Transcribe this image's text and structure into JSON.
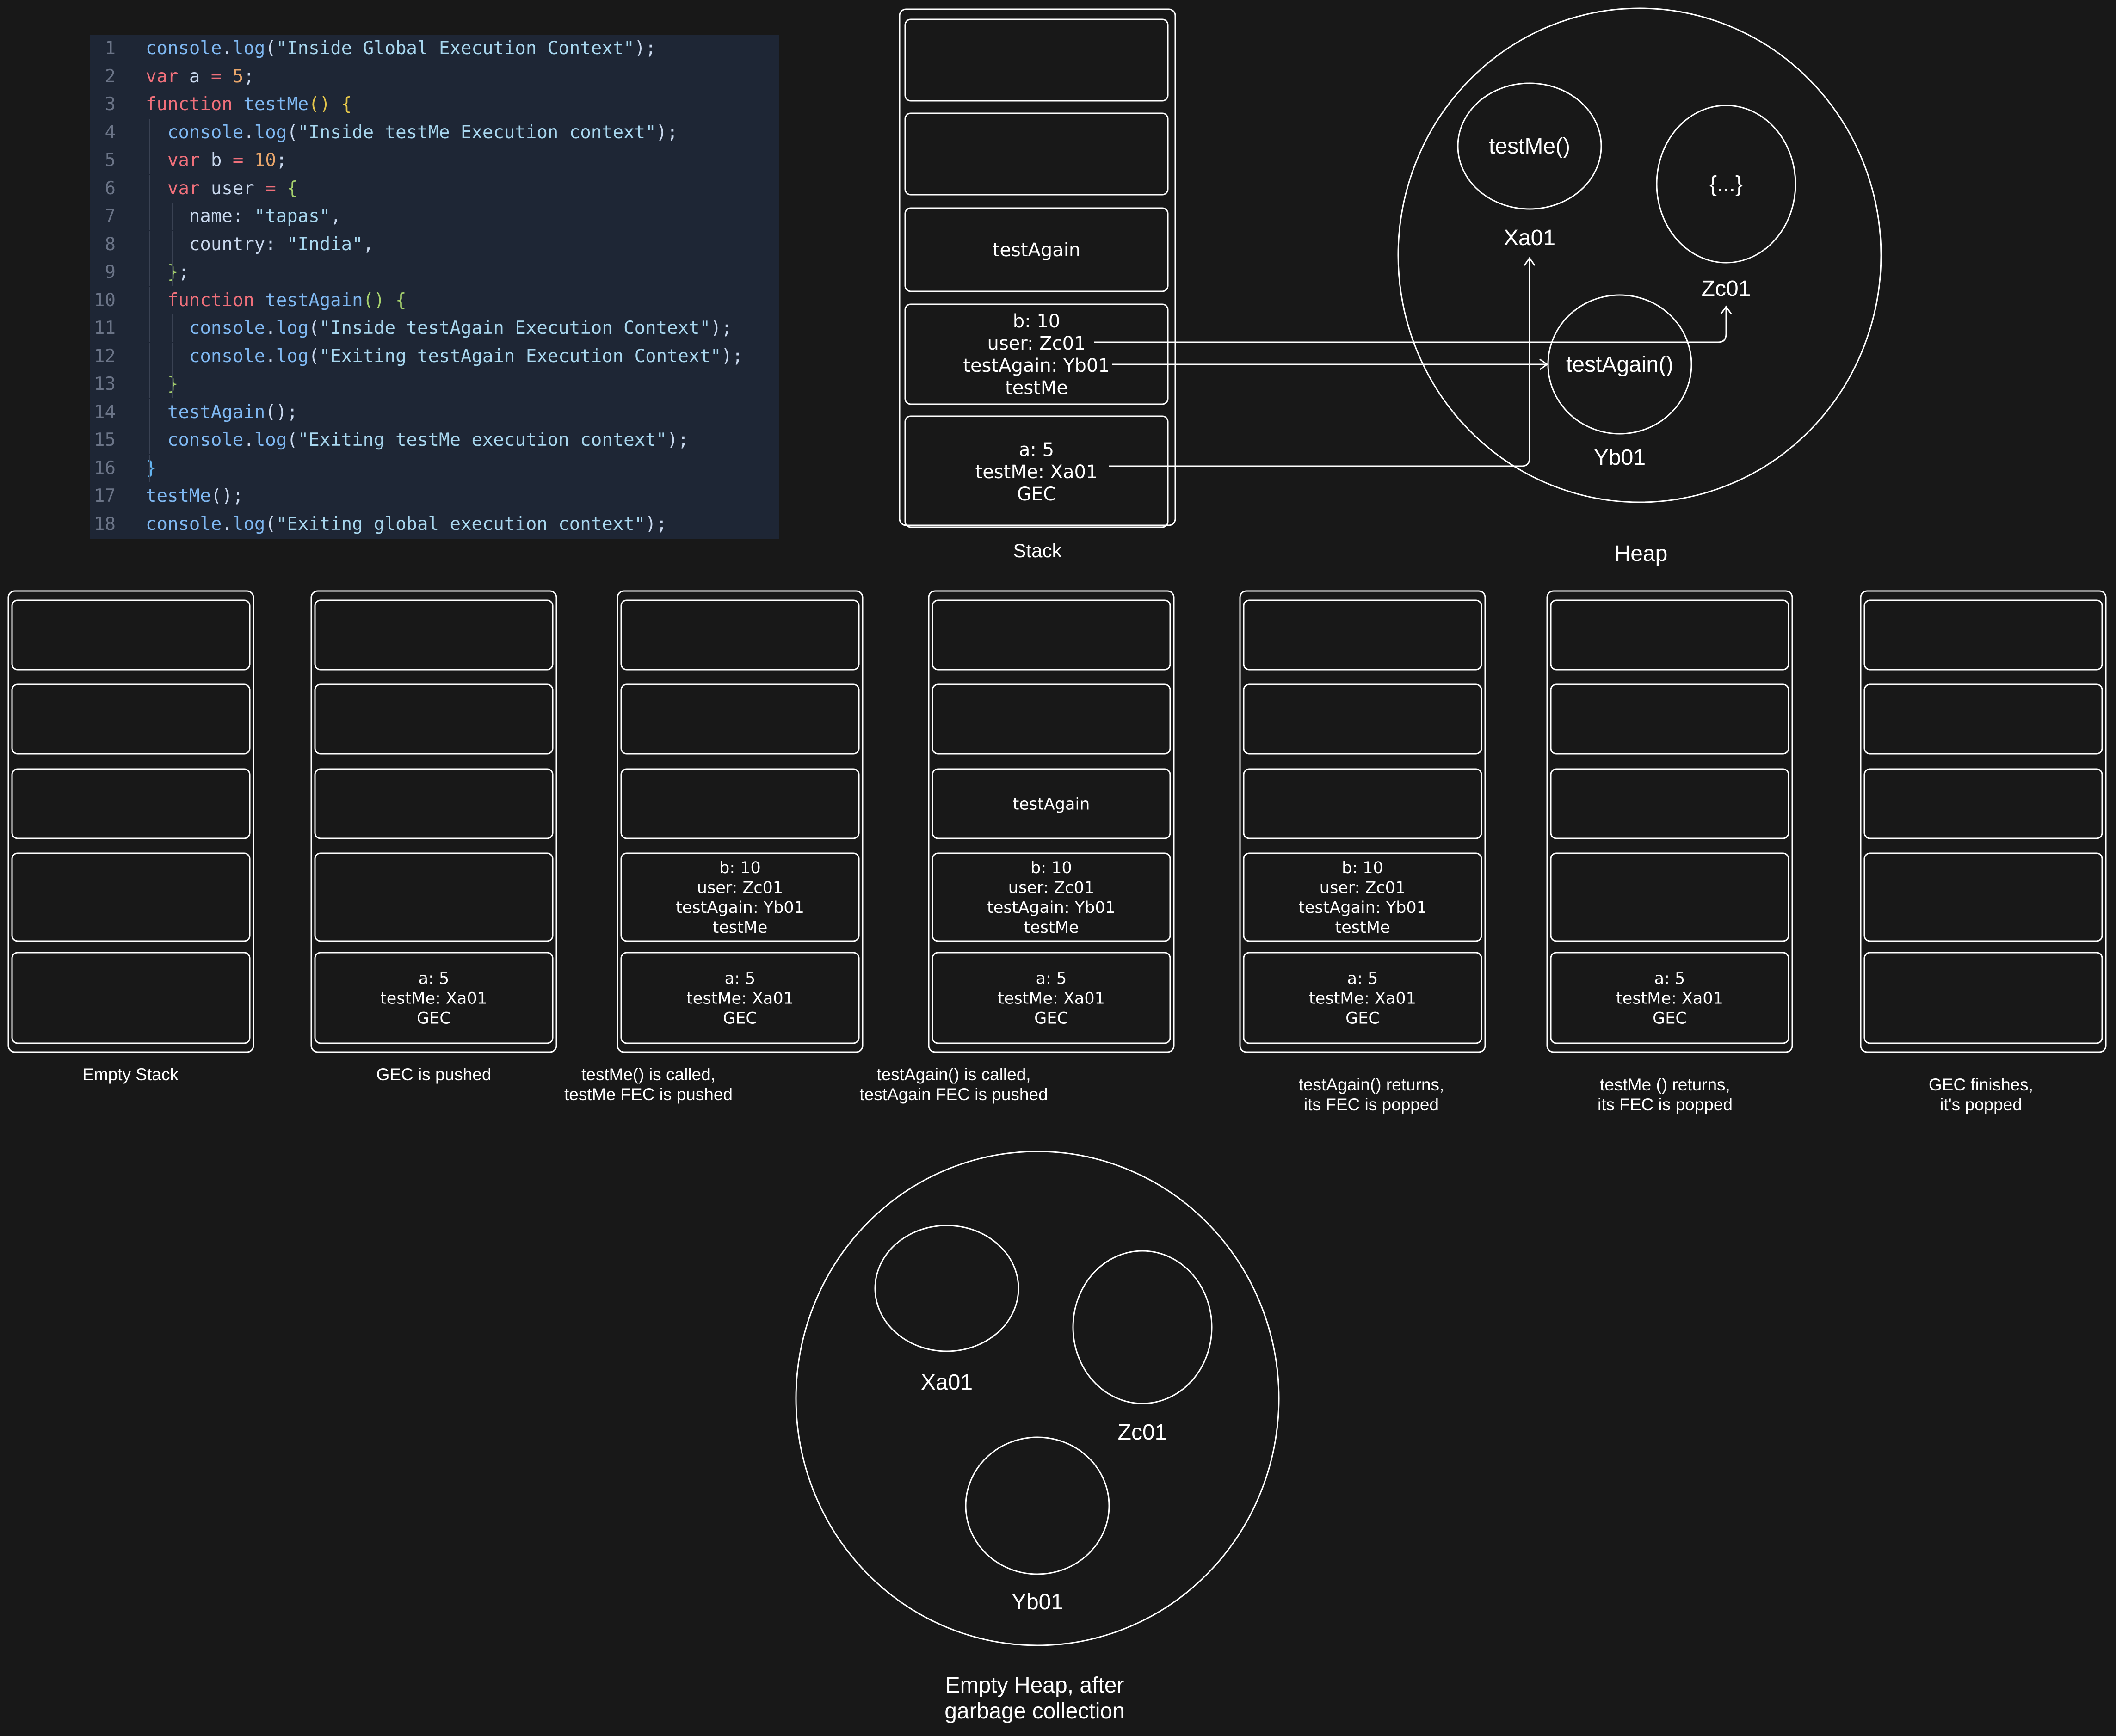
{
  "code": {
    "lines": [
      {
        "n": "1",
        "tokens": [
          [
            "f",
            "console"
          ],
          [
            "ob",
            "."
          ],
          [
            "f",
            "log"
          ],
          [
            "ob",
            "("
          ],
          [
            "s",
            "\"Inside Global Execution Context\""
          ],
          [
            "ob",
            ");"
          ]
        ]
      },
      {
        "n": "2",
        "tokens": [
          [
            "k",
            "var"
          ],
          [
            "ob",
            " a "
          ],
          [
            "k",
            "="
          ],
          [
            "ob",
            " "
          ],
          [
            "n",
            "5"
          ],
          [
            "ob",
            ";"
          ]
        ]
      },
      {
        "n": "3",
        "tokens": [
          [
            "k",
            "function"
          ],
          [
            "ob",
            " "
          ],
          [
            "f",
            "testMe"
          ],
          [
            "b1",
            "()"
          ],
          [
            "ob",
            " "
          ],
          [
            "b1",
            "{"
          ]
        ]
      },
      {
        "n": "4",
        "tokens": [
          [
            "ob",
            "  "
          ],
          [
            "f",
            "console"
          ],
          [
            "ob",
            "."
          ],
          [
            "f",
            "log"
          ],
          [
            "ob",
            "("
          ],
          [
            "s",
            "\"Inside testMe Execution context\""
          ],
          [
            "ob",
            ");"
          ]
        ]
      },
      {
        "n": "5",
        "tokens": [
          [
            "ob",
            "  "
          ],
          [
            "k",
            "var"
          ],
          [
            "ob",
            " b "
          ],
          [
            "k",
            "="
          ],
          [
            "ob",
            " "
          ],
          [
            "n",
            "10"
          ],
          [
            "ob",
            ";"
          ]
        ]
      },
      {
        "n": "6",
        "tokens": [
          [
            "ob",
            "  "
          ],
          [
            "k",
            "var"
          ],
          [
            "ob",
            " user "
          ],
          [
            "k",
            "="
          ],
          [
            "ob",
            " "
          ],
          [
            "b2",
            "{"
          ]
        ]
      },
      {
        "n": "7",
        "tokens": [
          [
            "ob",
            "    name: "
          ],
          [
            "s",
            "\"tapas\""
          ],
          [
            "ob",
            ","
          ]
        ]
      },
      {
        "n": "8",
        "tokens": [
          [
            "ob",
            "    country: "
          ],
          [
            "s",
            "\"India\""
          ],
          [
            "ob",
            ","
          ]
        ]
      },
      {
        "n": "9",
        "tokens": [
          [
            "ob",
            "  "
          ],
          [
            "b2",
            "}"
          ],
          [
            "ob",
            ";"
          ]
        ]
      },
      {
        "n": "10",
        "tokens": [
          [
            "ob",
            "  "
          ],
          [
            "k",
            "function"
          ],
          [
            "ob",
            " "
          ],
          [
            "f",
            "testAgain"
          ],
          [
            "b2",
            "()"
          ],
          [
            "ob",
            " "
          ],
          [
            "b2",
            "{"
          ]
        ]
      },
      {
        "n": "11",
        "tokens": [
          [
            "ob",
            "    "
          ],
          [
            "f",
            "console"
          ],
          [
            "ob",
            "."
          ],
          [
            "f",
            "log"
          ],
          [
            "ob",
            "("
          ],
          [
            "s",
            "\"Inside testAgain Execution Context\""
          ],
          [
            "ob",
            ");"
          ]
        ]
      },
      {
        "n": "12",
        "tokens": [
          [
            "ob",
            "    "
          ],
          [
            "f",
            "console"
          ],
          [
            "ob",
            "."
          ],
          [
            "f",
            "log"
          ],
          [
            "ob",
            "("
          ],
          [
            "s",
            "\"Exiting testAgain Execution Context\""
          ],
          [
            "ob",
            ");"
          ]
        ]
      },
      {
        "n": "13",
        "tokens": [
          [
            "ob",
            "  "
          ],
          [
            "b2",
            "}"
          ]
        ]
      },
      {
        "n": "14",
        "tokens": [
          [
            "ob",
            "  "
          ],
          [
            "f",
            "testAgain"
          ],
          [
            "ob",
            "();"
          ]
        ]
      },
      {
        "n": "15",
        "tokens": [
          [
            "ob",
            "  "
          ],
          [
            "f",
            "console"
          ],
          [
            "ob",
            "."
          ],
          [
            "f",
            "log"
          ],
          [
            "ob",
            "("
          ],
          [
            "s",
            "\"Exiting testMe execution context\""
          ],
          [
            "ob",
            ");"
          ]
        ]
      },
      {
        "n": "16",
        "tokens": [
          [
            "b3",
            "}"
          ]
        ]
      },
      {
        "n": "17",
        "tokens": [
          [
            "f",
            "testMe"
          ],
          [
            "ob",
            "();"
          ]
        ]
      },
      {
        "n": "18",
        "tokens": [
          [
            "f",
            "console"
          ],
          [
            "ob",
            "."
          ],
          [
            "f",
            "log"
          ],
          [
            "ob",
            "("
          ],
          [
            "s",
            "\"Exiting global execution context\""
          ],
          [
            "ob",
            ");"
          ]
        ]
      }
    ]
  },
  "main_stack": {
    "caption": "Stack",
    "frames": [
      [],
      [],
      [
        "testAgain"
      ],
      [
        "b: 10",
        "user: Zc01",
        "testAgain: Yb01",
        "testMe"
      ],
      [
        "a: 5",
        "testMe: Xa01",
        "GEC"
      ]
    ]
  },
  "heap": {
    "caption": "Heap",
    "objects": [
      {
        "inner": "testMe()",
        "address": "Xa01"
      },
      {
        "inner": "{...}",
        "address": "Zc01"
      },
      {
        "inner": "testAgain()",
        "address": "Yb01"
      }
    ]
  },
  "steps": [
    {
      "caption": [
        "Empty Stack"
      ],
      "frames": [
        [],
        [],
        [],
        [],
        []
      ]
    },
    {
      "caption": [
        "GEC is pushed"
      ],
      "frames": [
        [],
        [],
        [],
        [],
        [
          "a: 5",
          "testMe: Xa01",
          "GEC"
        ]
      ]
    },
    {
      "caption": [
        "testMe() is called,",
        "testMe FEC is pushed"
      ],
      "frames": [
        [],
        [],
        [],
        [
          "b: 10",
          "user: Zc01",
          "testAgain: Yb01",
          "testMe"
        ],
        [
          "a: 5",
          "testMe: Xa01",
          "GEC"
        ]
      ]
    },
    {
      "caption": [
        "testAgain() is called,",
        "testAgain FEC is pushed"
      ],
      "frames": [
        [],
        [],
        [
          "testAgain"
        ],
        [
          "b: 10",
          "user: Zc01",
          "testAgain: Yb01",
          "testMe"
        ],
        [
          "a: 5",
          "testMe: Xa01",
          "GEC"
        ]
      ]
    },
    {
      "caption": [
        "testAgain() returns,",
        "its FEC is popped"
      ],
      "frames": [
        [],
        [],
        [],
        [
          "b: 10",
          "user: Zc01",
          "testAgain: Yb01",
          "testMe"
        ],
        [
          "a: 5",
          "testMe: Xa01",
          "GEC"
        ]
      ]
    },
    {
      "caption": [
        "testMe () returns,",
        "its FEC is popped"
      ],
      "frames": [
        [],
        [],
        [],
        [],
        [
          "a: 5",
          "testMe: Xa01",
          "GEC"
        ]
      ]
    },
    {
      "caption": [
        "GEC finishes,",
        "it's popped"
      ],
      "frames": [
        [],
        [],
        [],
        [],
        []
      ]
    }
  ],
  "empty_heap": {
    "caption": [
      "Empty Heap, after",
      "garbage collection"
    ],
    "addresses": [
      "Xa01",
      "Zc01",
      "Yb01"
    ]
  }
}
